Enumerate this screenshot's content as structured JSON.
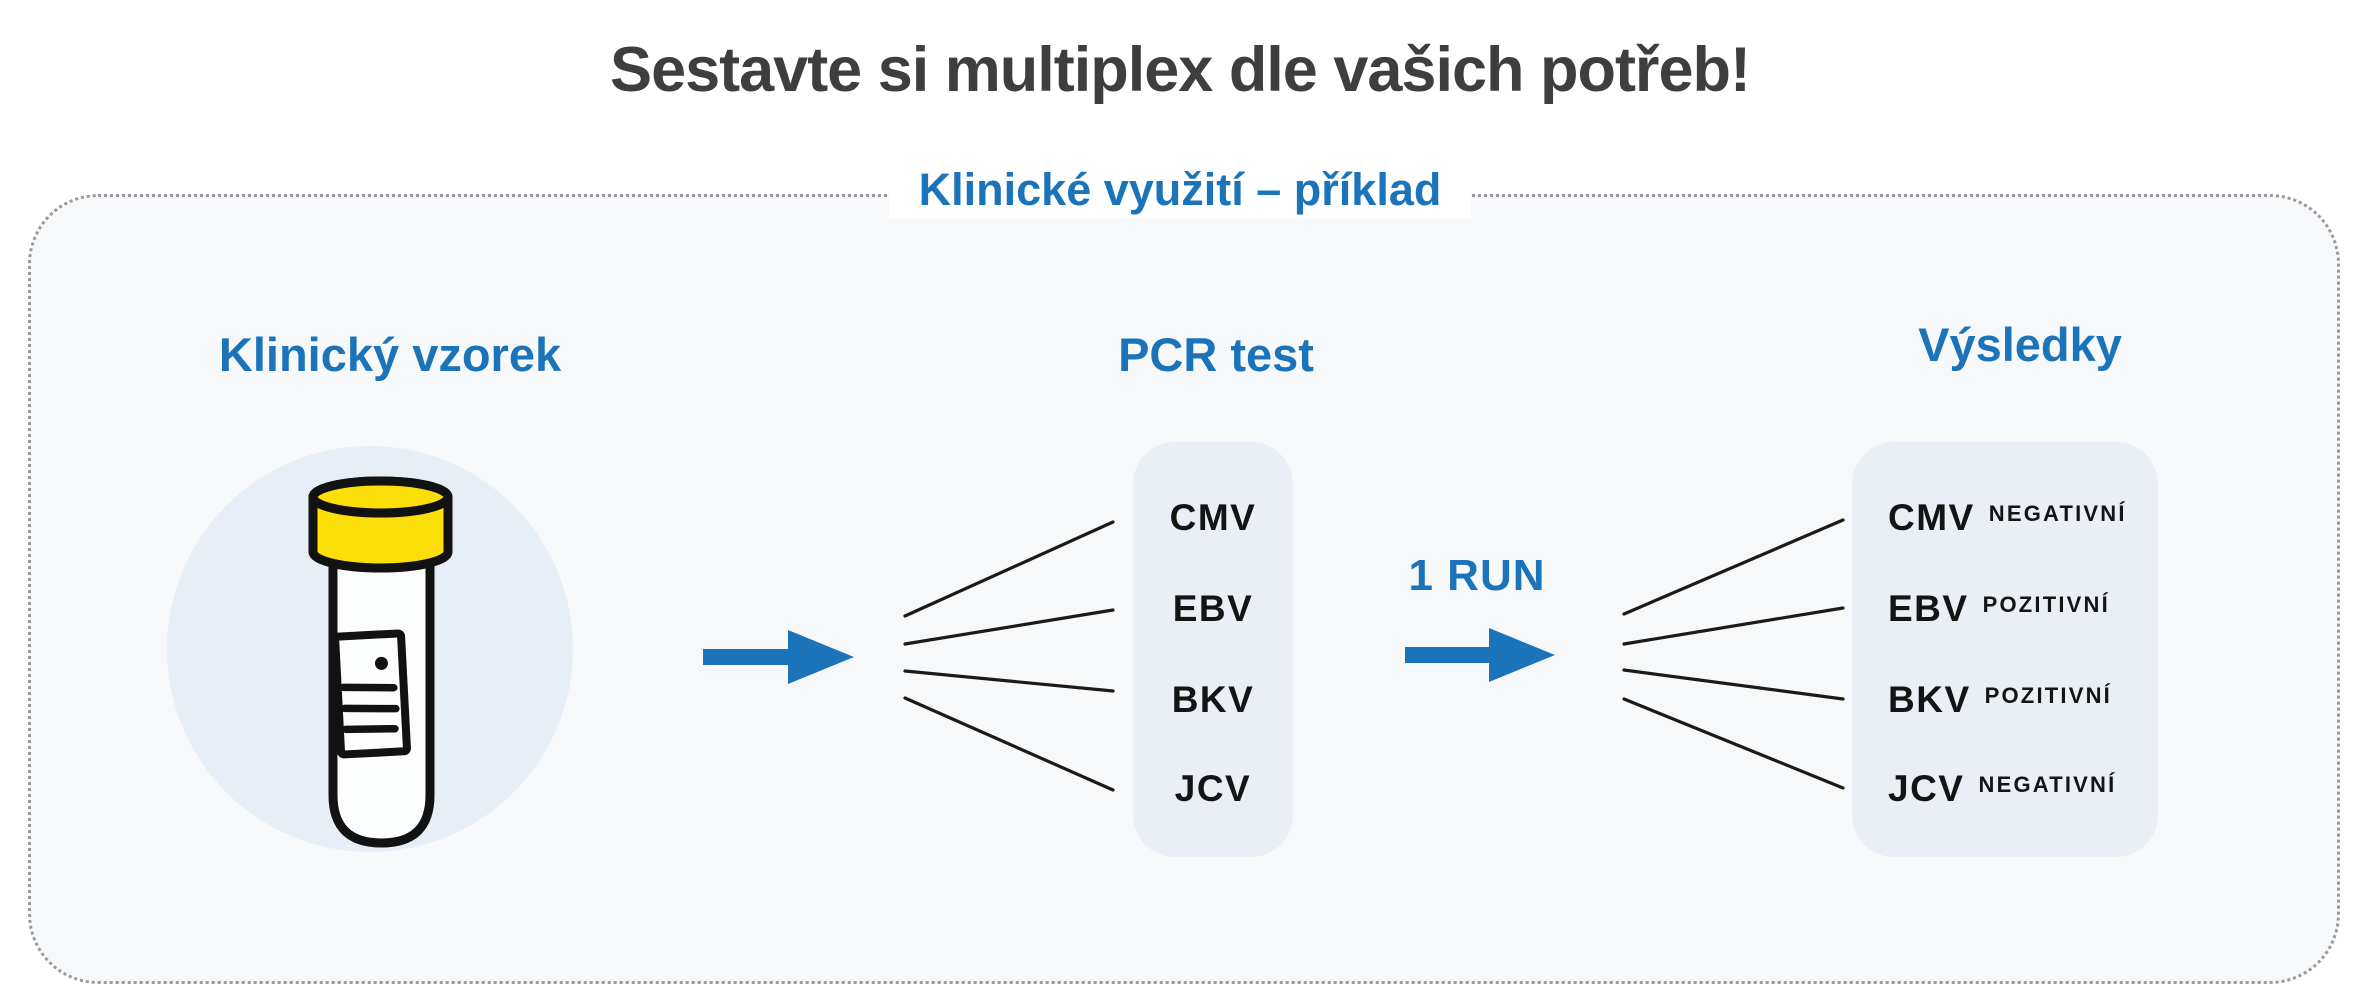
{
  "title": "Sestavte si multiplex dle vašich potřeb!",
  "subtitle": "Klinické využití – příklad",
  "run_label": "1 RUN",
  "colors": {
    "accent_blue": "#1b74ba",
    "title_gray": "#3e3e41",
    "panel_light_blue": "#e9eff5",
    "circle_light_blue": "#e8eef5",
    "container_bg": "#f7f8f9",
    "cap_yellow": "#fcde08",
    "line_black": "#1a1a1a",
    "dotted_border_gray": "#97999c"
  },
  "icons": {
    "sample": "test-tube-icon",
    "arrows": "arrow-right-icon",
    "connectors": "fan-lines"
  },
  "sections": {
    "sample": {
      "heading": "Klinický vzorek"
    },
    "test": {
      "heading": "PCR test",
      "targets": [
        "CMV",
        "EBV",
        "BKV",
        "JCV"
      ]
    },
    "results": {
      "heading": "Výsledky",
      "rows": [
        {
          "target": "CMV",
          "result": "NEGATIVNÍ"
        },
        {
          "target": "EBV",
          "result": "POZITIVNÍ"
        },
        {
          "target": "BKV",
          "result": "POZITIVNÍ"
        },
        {
          "target": "JCV",
          "result": "NEGATIVNÍ"
        }
      ]
    }
  }
}
